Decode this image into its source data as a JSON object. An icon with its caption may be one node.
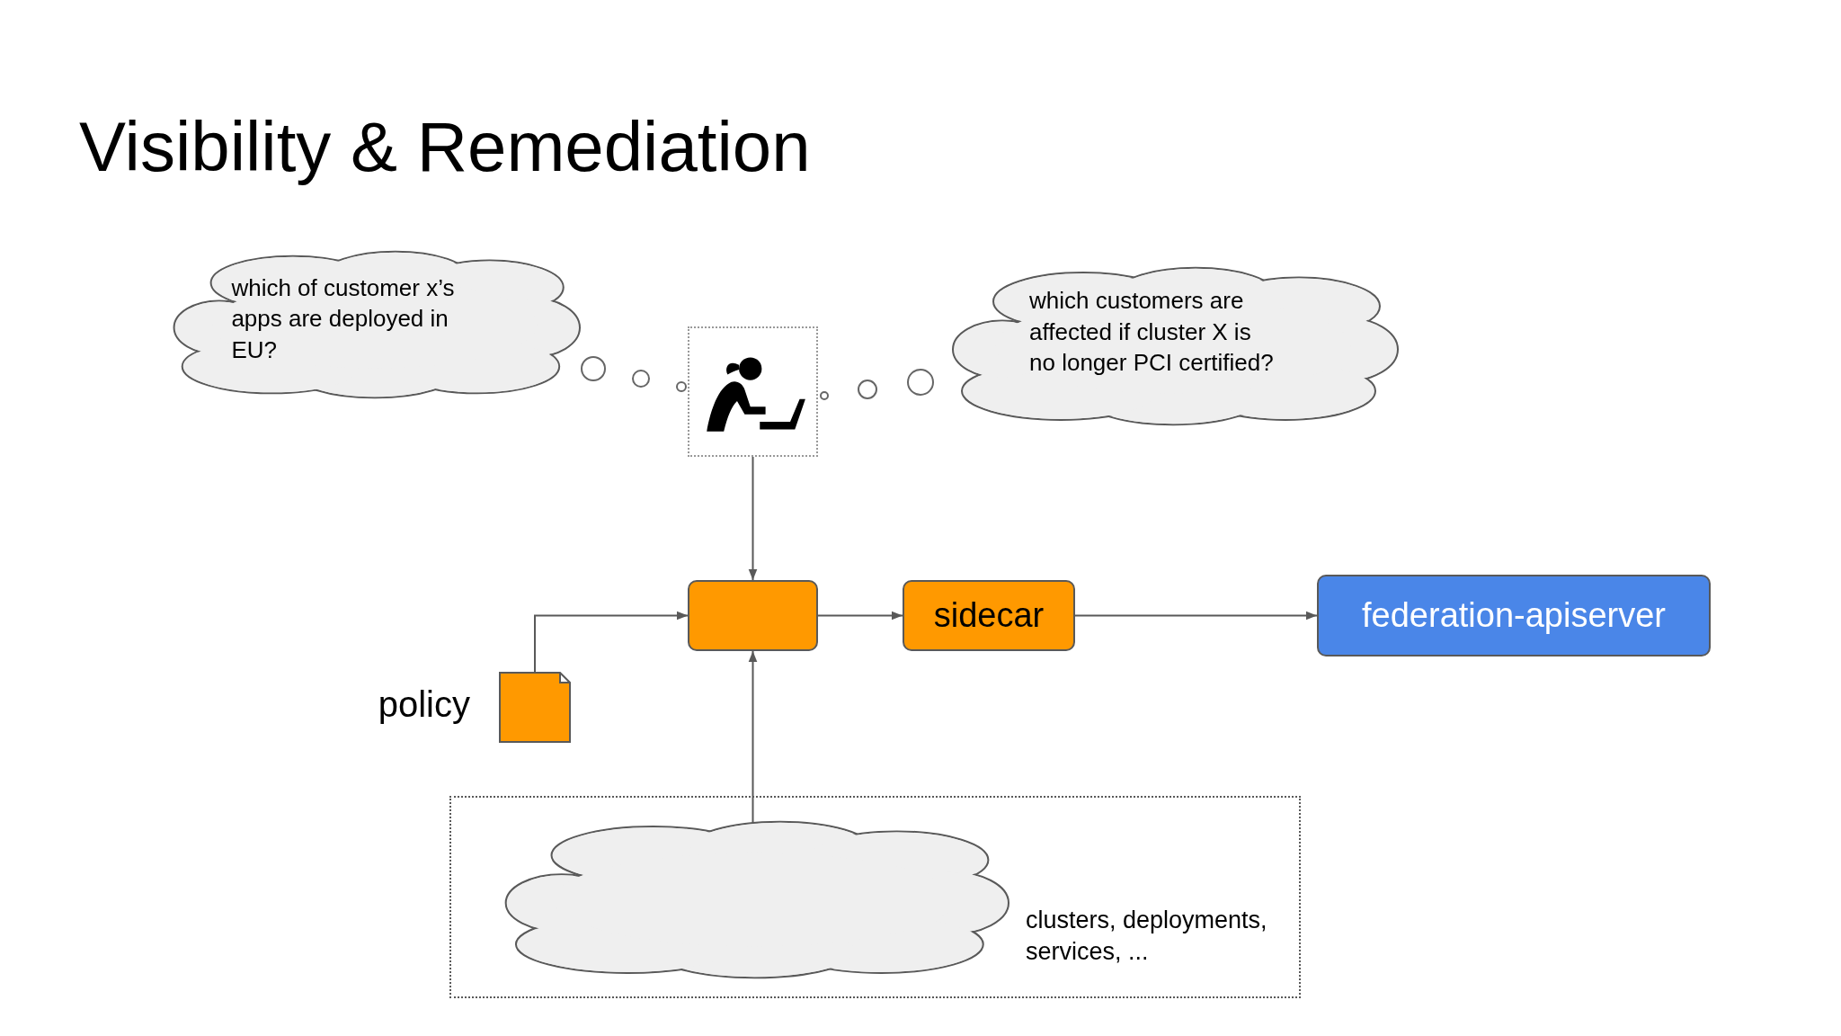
{
  "diagram": {
    "title": "Visibility & Remediation",
    "nodes": [
      {
        "text": [
          "which of customer x’s apps are deployed in EU?"
        ]
      },
      {
        "text": [
          "which customers are affected if cluster X is no longer PCI certified?"
        ]
      },
      {
        "text": [],
        "shape": "person"
      },
      {
        "text": [],
        "shape": "box"
      },
      {
        "text": [
          "sidecar"
        ]
      },
      {
        "text": [
          "federation-apiserver"
        ]
      },
      {
        "text": [],
        "shape": "document",
        "beside": [
          "policy"
        ]
      },
      {
        "text": [
          "clusters, deployments, services, ..."
        ]
      },
      {
        "text": [],
        "shape": "cloud",
        "in": 7
      }
    ],
    "edges": [
      {
        "from": 2,
        "to": 3,
        "arrow": "to"
      },
      {
        "from": 6,
        "to": 3,
        "arrow": "to"
      },
      {
        "from": 3,
        "to": 4,
        "arrow": "to"
      },
      {
        "from": 4,
        "to": 5,
        "arrow": "to"
      },
      {
        "from": 8,
        "to": 3,
        "arrow": "to"
      }
    ]
  }
}
